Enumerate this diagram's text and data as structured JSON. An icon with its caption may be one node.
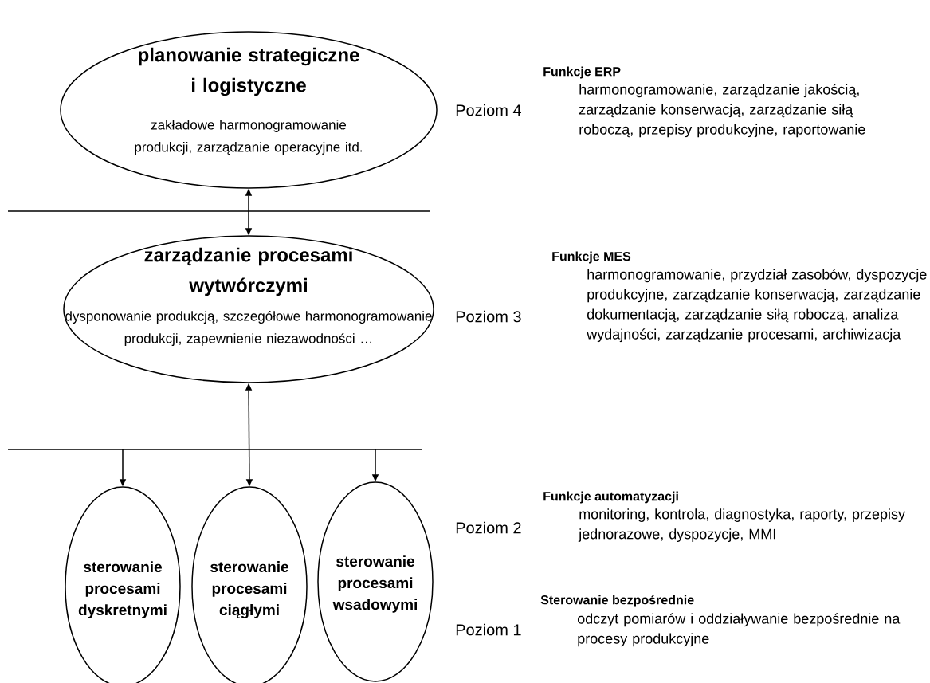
{
  "diagram": {
    "nodes": [
      {
        "text": [
          "planowanie strategiczne i logistyczne",
          "zakładowe harmonogramowanie produkcji, zarządzanie operacyjne itd."
        ]
      },
      {
        "text": [
          "zarządzanie procesami wytwórczymi",
          "dysponowanie produkcją, szczegółowe harmonogramowanie produkcji, zapewnienie niezawodności …"
        ]
      },
      {
        "text": [
          "sterowanie procesami dyskretnymi"
        ]
      },
      {
        "text": [
          "sterowanie procesami ciągłymi"
        ]
      },
      {
        "text": [
          "sterowanie procesami wsadowymi"
        ]
      }
    ],
    "edges": [
      {
        "from": 0,
        "to": 1,
        "arrow": "both"
      },
      {
        "from": null,
        "to": 2,
        "arrow": "to"
      },
      {
        "from": 1,
        "to": 3,
        "arrow": "both"
      },
      {
        "from": null,
        "to": 4,
        "arrow": "to"
      }
    ],
    "labels": [
      "Funkcje ERP",
      "Poziom 4",
      "harmonogramowanie, zarządzanie jakością, zarządzanie konserwacją, zarządzanie siłą roboczą, przepisy produkcyjne, raportowanie",
      "Funkcje MES",
      "Poziom 3",
      "harmonogramowanie, przydział zasobów, dyspozycje produkcyjne, zarządzanie konserwacją, zarządzanie dokumentacją, zarządzanie siłą roboczą, analiza wydajności, zarządzanie procesami, archiwizacja",
      "Funkcje automatyzacji",
      "Poziom 2",
      "monitoring, kontrola, diagnostyka, raporty, przepisy jednorazowe, dyspozycje, MMI",
      "Sterowanie bezpośrednie",
      "Poziom 1",
      "odczyt pomiarów i oddziaływanie bezpośrednie na procesy produkcyjne"
    ]
  }
}
